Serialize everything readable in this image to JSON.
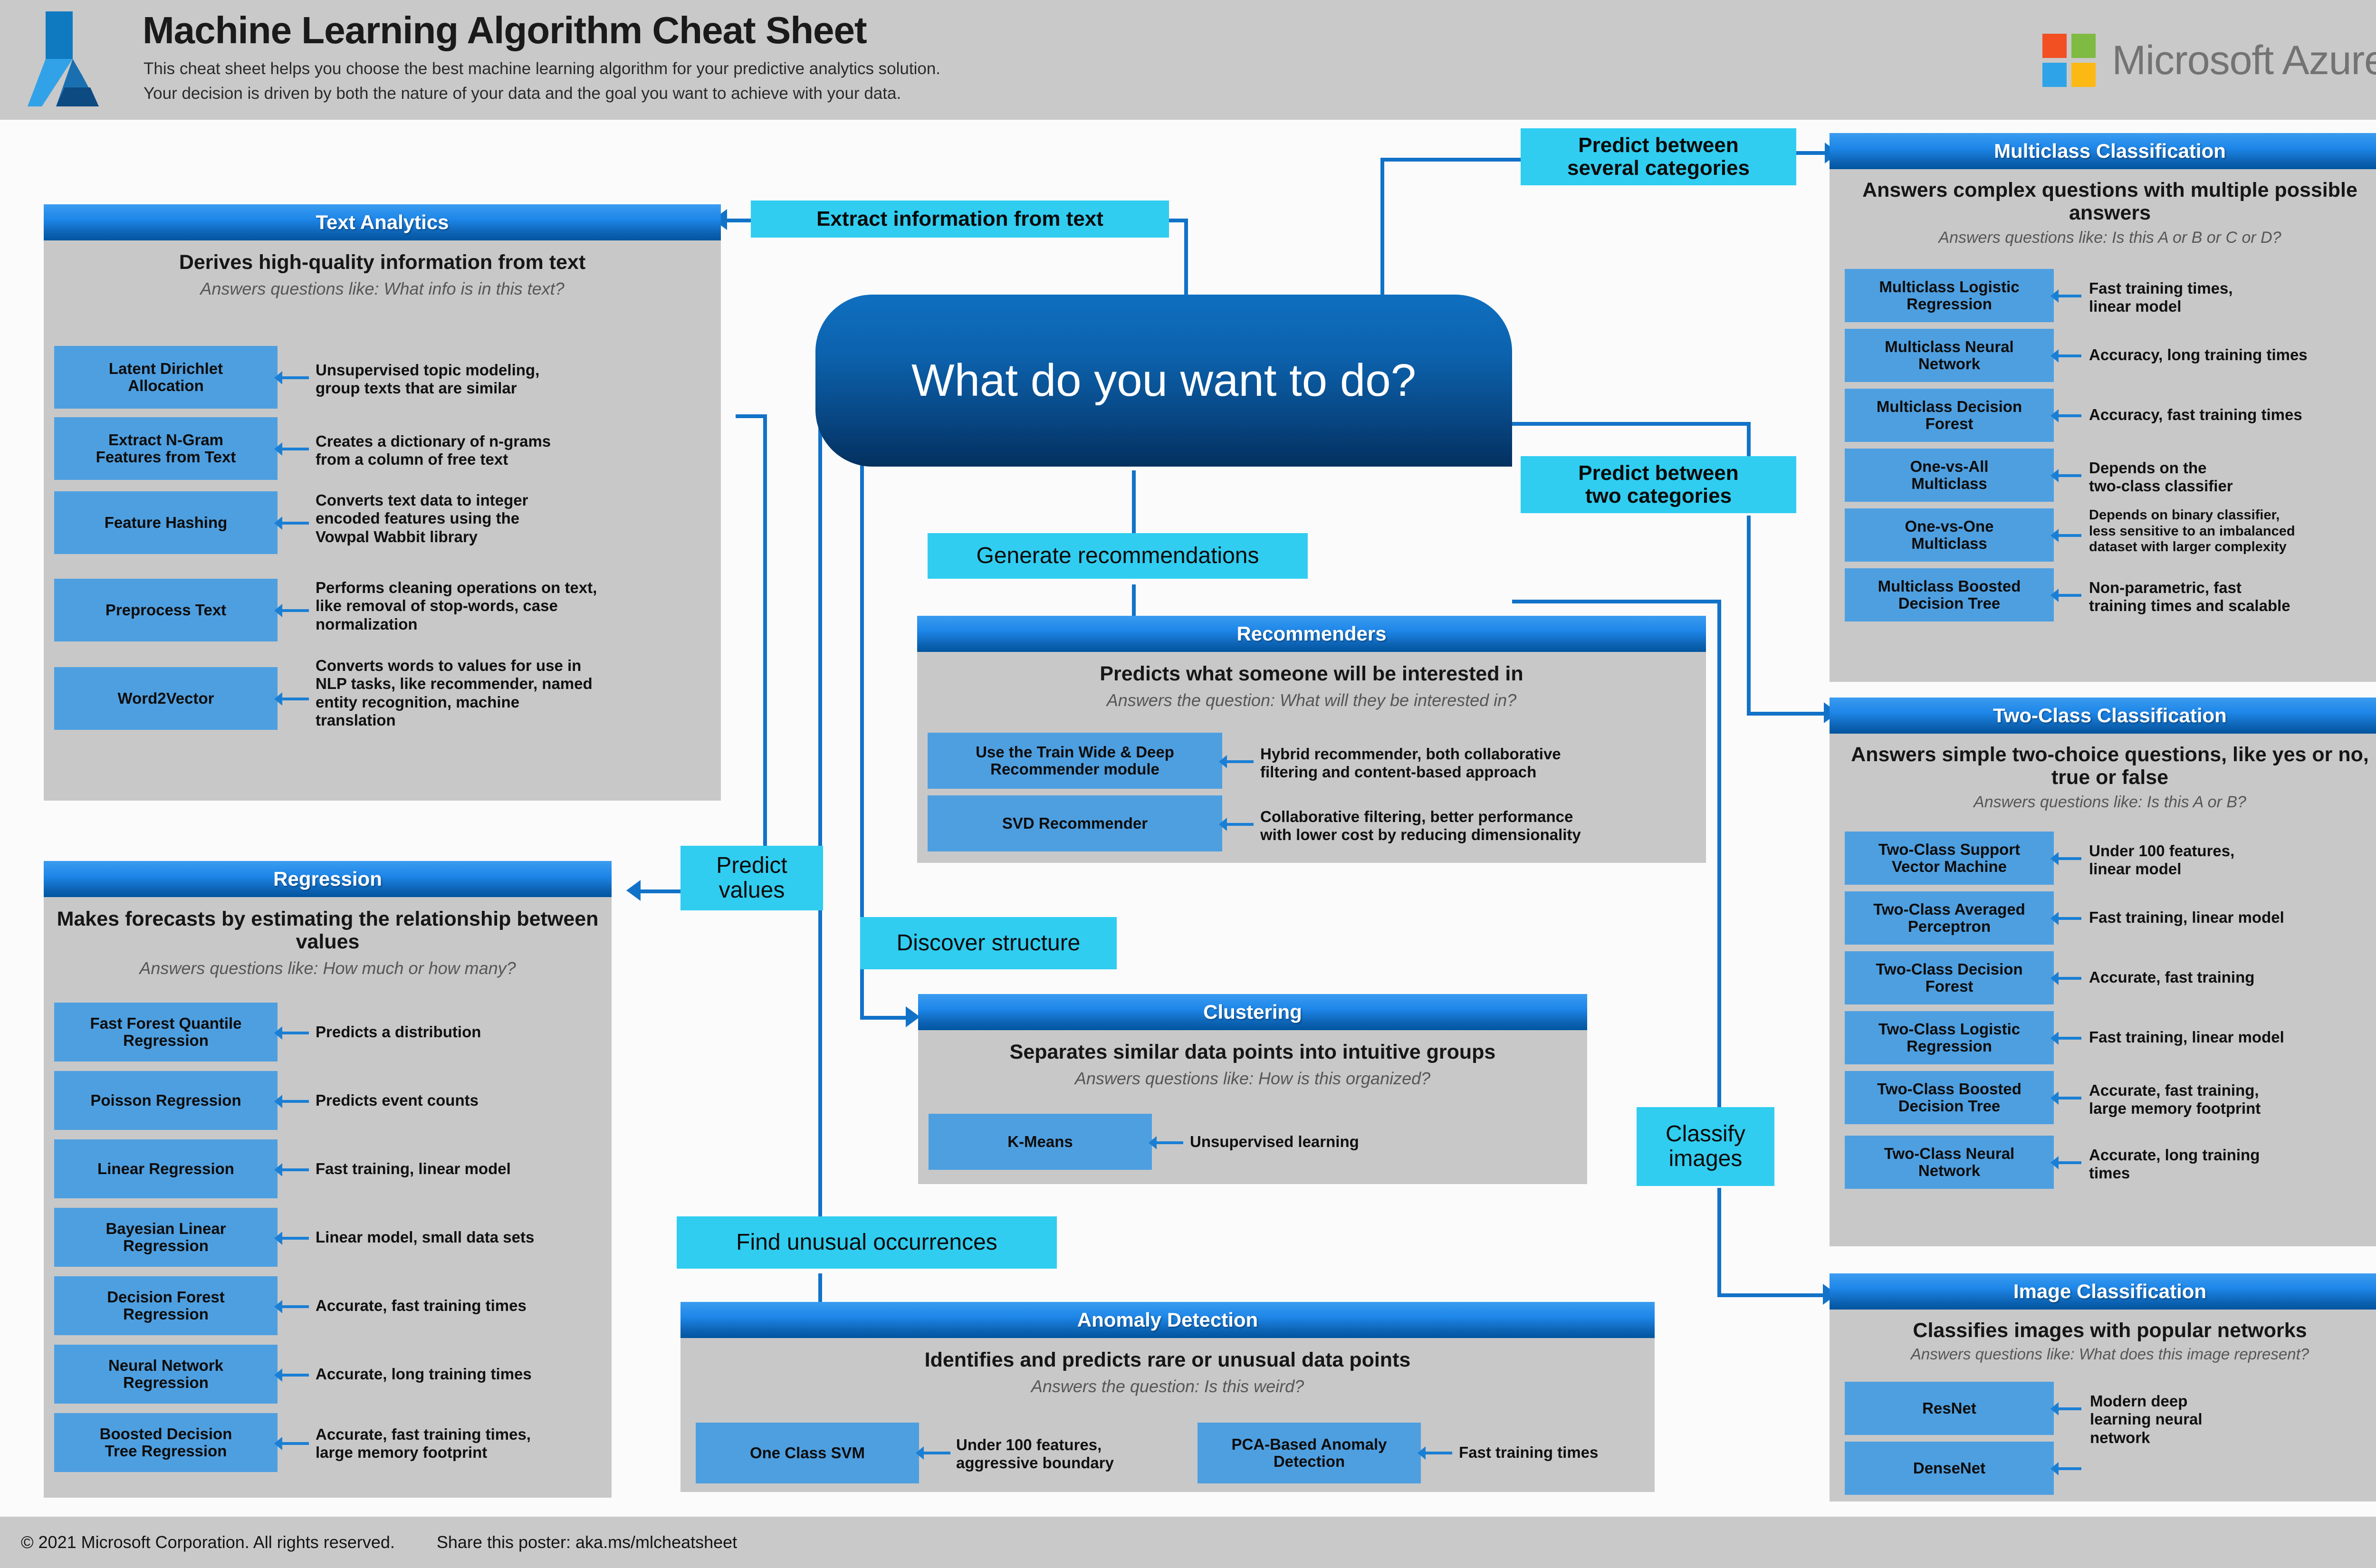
{
  "header": {
    "title": "Machine Learning Algorithm Cheat Sheet",
    "subtitle_line1": "This cheat sheet helps you choose the best machine learning algorithm for your predictive analytics solution.",
    "subtitle_line2": "Your decision is driven by both the nature of your data and the goal you want to achieve with your data.",
    "brand": "Microsoft Azure"
  },
  "footer": {
    "copyright": "© 2021 Microsoft Corporation. All rights reserved.",
    "share": "Share this poster: aka.ms/mlcheatsheet"
  },
  "hub": {
    "question": "What do you want to do?"
  },
  "tags": {
    "extract_text": "Extract information from text",
    "predict_several": "Predict between\nseveral categories",
    "predict_two": "Predict between\ntwo categories",
    "generate_recommendations": "Generate recommendations",
    "predict_values": "Predict\nvalues",
    "discover_structure": "Discover structure",
    "classify_images": "Classify\nimages",
    "find_unusual": "Find unusual occurrences"
  },
  "colors": {
    "panel_bg": "#c8c8c8",
    "panel_header_from": "#3b9cf0",
    "panel_header_to": "#00559f",
    "algo_chip": "#4e9fe0",
    "tag_cyan": "#30cdf0",
    "connector": "#1272c8",
    "hub_from": "#0f6fc0",
    "hub_to": "#03305f",
    "header_bar": "#c9c9c9"
  },
  "panels": {
    "text_analytics": {
      "heading": "Text Analytics",
      "title": "Derives high-quality information from text",
      "subtitle": "Answers questions like: What info is in this text?",
      "algorithms": [
        {
          "name": "Latent Dirichlet\nAllocation",
          "desc": "Unsupervised topic modeling,\ngroup texts that are similar"
        },
        {
          "name": "Extract N-Gram\nFeatures from Text",
          "desc": "Creates a dictionary of n-grams\nfrom a column of free text"
        },
        {
          "name": "Feature Hashing",
          "desc": "Converts text data to integer\nencoded features using the\nVowpal Wabbit library"
        },
        {
          "name": "Preprocess Text",
          "desc": "Performs cleaning operations on text,\nlike removal of stop-words, case\nnormalization"
        },
        {
          "name": "Word2Vector",
          "desc": "Converts words to values for use in\nNLP tasks, like recommender, named\nentity recognition, machine\ntranslation"
        }
      ]
    },
    "regression": {
      "heading": "Regression",
      "title": "Makes forecasts by estimating the relationship between values",
      "subtitle": "Answers questions like: How much or how many?",
      "algorithms": [
        {
          "name": "Fast Forest Quantile\nRegression",
          "desc": "Predicts a distribution"
        },
        {
          "name": "Poisson Regression",
          "desc": "Predicts event counts"
        },
        {
          "name": "Linear Regression",
          "desc": "Fast training, linear model"
        },
        {
          "name": "Bayesian Linear\nRegression",
          "desc": "Linear model, small data sets"
        },
        {
          "name": "Decision Forest\nRegression",
          "desc": "Accurate, fast training times"
        },
        {
          "name": "Neural Network\nRegression",
          "desc": "Accurate, long training times"
        },
        {
          "name": "Boosted Decision\nTree Regression",
          "desc": "Accurate, fast training times,\nlarge memory footprint"
        }
      ]
    },
    "recommenders": {
      "heading": "Recommenders",
      "title": "Predicts what someone will be interested in",
      "subtitle": "Answers the question: What will they be interested in?",
      "algorithms": [
        {
          "name": "Use the Train Wide & Deep\nRecommender module",
          "desc": "Hybrid recommender, both collaborative\nfiltering and content-based approach"
        },
        {
          "name": "SVD Recommender",
          "desc": "Collaborative filtering, better performance\nwith lower cost by reducing dimensionality"
        }
      ]
    },
    "clustering": {
      "heading": "Clustering",
      "title": "Separates similar data points into intuitive groups",
      "subtitle": "Answers questions like: How is this organized?",
      "algorithms": [
        {
          "name": "K-Means",
          "desc": "Unsupervised learning"
        }
      ]
    },
    "anomaly_detection": {
      "heading": "Anomaly Detection",
      "title": "Identifies and predicts rare or unusual data points",
      "subtitle": "Answers the question: Is this weird?",
      "algorithms": [
        {
          "name": "One Class SVM",
          "desc": "Under 100 features,\naggressive boundary"
        },
        {
          "name": "PCA-Based Anomaly\nDetection",
          "desc": "Fast training times"
        }
      ]
    },
    "multiclass_classification": {
      "heading": "Multiclass Classification",
      "title": "Answers complex questions with multiple possible answers",
      "subtitle": "Answers questions like: Is this A or B or C or D?",
      "algorithms": [
        {
          "name": "Multiclass Logistic\nRegression",
          "desc": "Fast training times,\nlinear model"
        },
        {
          "name": "Multiclass Neural\nNetwork",
          "desc": "Accuracy, long training times"
        },
        {
          "name": "Multiclass Decision\nForest",
          "desc": "Accuracy, fast training times"
        },
        {
          "name": "One-vs-All\nMulticlass",
          "desc": "Depends on the\ntwo-class classifier"
        },
        {
          "name": "One-vs-One\nMulticlass",
          "desc": "Depends on binary classifier,\nless sensitive to an imbalanced\ndataset with larger complexity"
        },
        {
          "name": "Multiclass Boosted\nDecision Tree",
          "desc": "Non-parametric, fast\ntraining times and scalable"
        }
      ]
    },
    "two_class_classification": {
      "heading": "Two-Class Classification",
      "title": "Answers simple two-choice questions, like yes or no, true or false",
      "subtitle": "Answers questions like: Is this A or B?",
      "algorithms": [
        {
          "name": "Two-Class Support\nVector Machine",
          "desc": "Under 100 features,\nlinear model"
        },
        {
          "name": "Two-Class Averaged\nPerceptron",
          "desc": "Fast training, linear model"
        },
        {
          "name": "Two-Class Decision\nForest",
          "desc": "Accurate, fast training"
        },
        {
          "name": "Two-Class Logistic\nRegression",
          "desc": "Fast training, linear model"
        },
        {
          "name": "Two-Class Boosted\nDecision Tree",
          "desc": "Accurate, fast training,\nlarge memory footprint"
        },
        {
          "name": "Two-Class Neural\nNetwork",
          "desc": "Accurate, long training\ntimes"
        }
      ]
    },
    "image_classification": {
      "heading": "Image Classification",
      "title": "Classifies images with popular networks",
      "subtitle": "Answers questions like: What does this image represent?",
      "algorithms": [
        {
          "name": "ResNet",
          "desc": "Modern deep\nlearning neural\nnetwork"
        },
        {
          "name": "DenseNet",
          "desc": ""
        }
      ]
    }
  }
}
